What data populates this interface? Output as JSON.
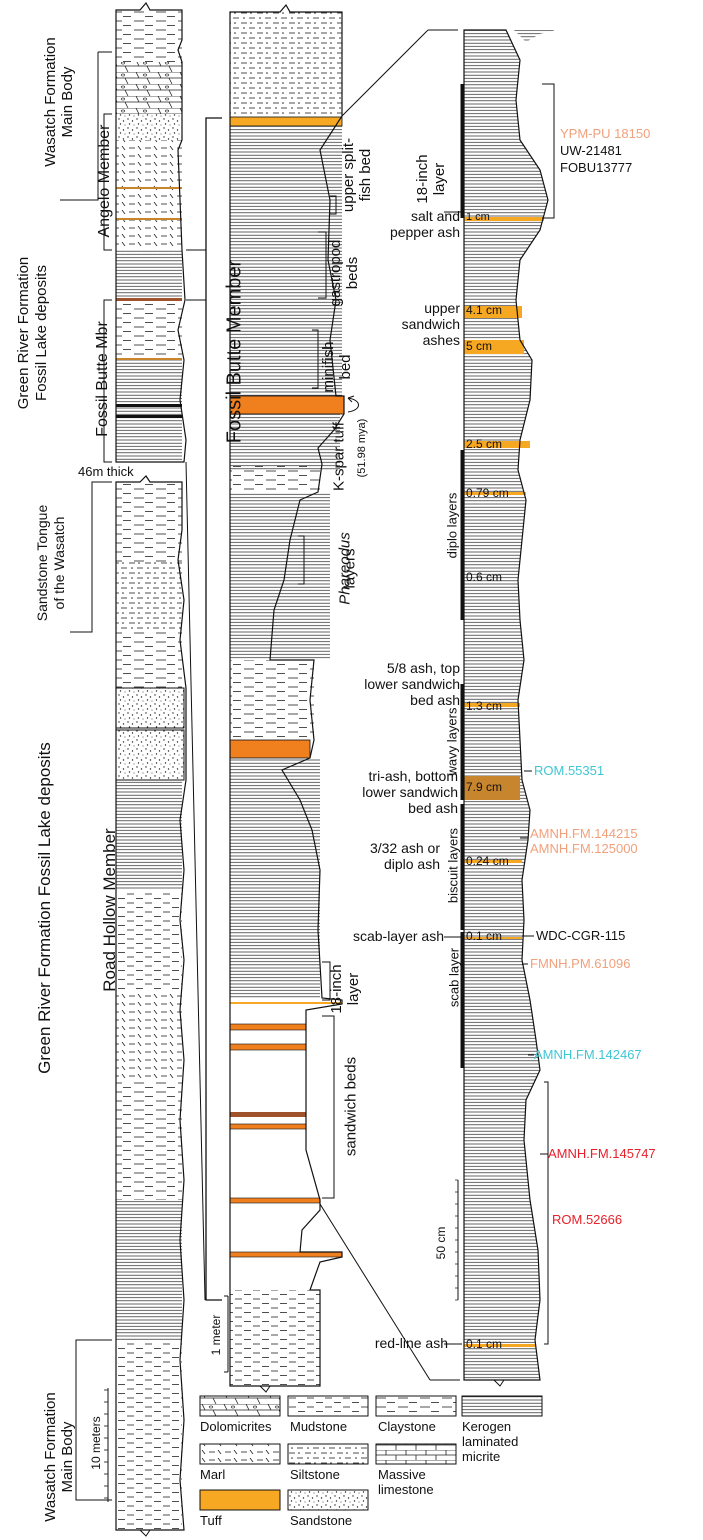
{
  "colors": {
    "tuff": "#f7a823",
    "tuff_dark": "#f07f1e",
    "specimen_salmon": "#f2a07b",
    "specimen_cyan": "#3fc6d4",
    "specimen_red": "#e8202a",
    "specimen_black": "#111111"
  },
  "column1": {
    "labels": {
      "wasatch_main_top": "Wasatch Formation\nMain Body",
      "angelo_member": "Angelo Member",
      "fossil_butte_mbr": "Fossil Butte Mbr",
      "green_river_fossil_lake_upper": "Green River Formation\nFossil Lake deposits",
      "thickness_note": "46m thick",
      "sandstone_tongue": "Sandstone Tongue\nof the Wasatch",
      "green_river_fossil_lake_lower": "Green River Formation Fossil Lake deposits",
      "road_hollow_member": "Road Hollow Member",
      "wasatch_main_bottom": "Wasatch Formation\nMain Body",
      "scale_10m": "10 meters"
    }
  },
  "column2": {
    "labels": {
      "fossil_butte_member": "Fossil Butte Member",
      "upper_split_fish_bed": "upper split-\nfish bed",
      "gastropod_beds": "gastropod\nbeds",
      "minifish_bed": "minifish\nbed",
      "kspar_tuff": "K-spar tuff",
      "kspar_age": "(51.98 mya)",
      "phareodus_layers_italic": "Phareodus",
      "phareodus_layers_rest": "layers",
      "eighteen_inch_layer": "18-inch\nlayer",
      "sandwich_beds": "sandwich beds",
      "scale_1m": "1 meter"
    }
  },
  "column3": {
    "labels": {
      "eighteen_inch_layer": "18-inch\nlayer",
      "salt_pepper_ash": "salt and\npepper ash",
      "upper_sandwich_ashes": "upper\nsandwich\nashes",
      "diplo_layers": "diplo layers",
      "five_eighths_ash": "5/8 ash, top\nlower sandwich\nbed ash",
      "wavy_layers": "wavy layers",
      "tri_ash": "tri-ash, bottom\nlower sandwich\nbed ash",
      "biscuit_layers": "biscuit layers",
      "three_32_ash": "3/32 ash or\ndiplo ash",
      "scab_layer_ash": "scab-layer ash",
      "scab_layer": "scab layer",
      "red_line_ash": "red-line ash",
      "scale_50cm": "50 cm"
    },
    "ash_thickness": [
      "1 cm",
      "4.1 cm",
      "5 cm",
      "2.5 cm",
      "0.79 cm",
      "0.6 cm",
      "1.3 cm",
      "7.9 cm",
      "0.24 cm",
      "0.1 cm",
      "0.1 cm"
    ],
    "specimens": {
      "ypm": "YPM-PU 18150",
      "uw": "UW-21481",
      "fobu": "FOBU13777",
      "rom55351": "ROM.55351",
      "amnh144215": "AMNH.FM.144215",
      "amnh125000": "AMNH.FM.125000",
      "wdc": "WDC-CGR-115",
      "fmnh": "FMNH.PM.61096",
      "amnh142467": "AMNH.FM.142467",
      "amnh145747": "AMNH.FM.145747",
      "rom52666": "ROM.52666"
    }
  },
  "legend": {
    "items": [
      {
        "label": "Dolomicrites",
        "pattern": "dolomicrite"
      },
      {
        "label": "Mudstone",
        "pattern": "mudstone"
      },
      {
        "label": "Claystone",
        "pattern": "claystone"
      },
      {
        "label": "Kerogen\nlaminated\nmicrite",
        "pattern": "kerogen"
      },
      {
        "label": "Marl",
        "pattern": "marl"
      },
      {
        "label": "Siltstone",
        "pattern": "siltstone"
      },
      {
        "label": "Massive\nlimestone",
        "pattern": "limestone"
      },
      {
        "label": "Tuff",
        "pattern": "tuff"
      },
      {
        "label": "Sandstone",
        "pattern": "sandstone"
      }
    ]
  }
}
